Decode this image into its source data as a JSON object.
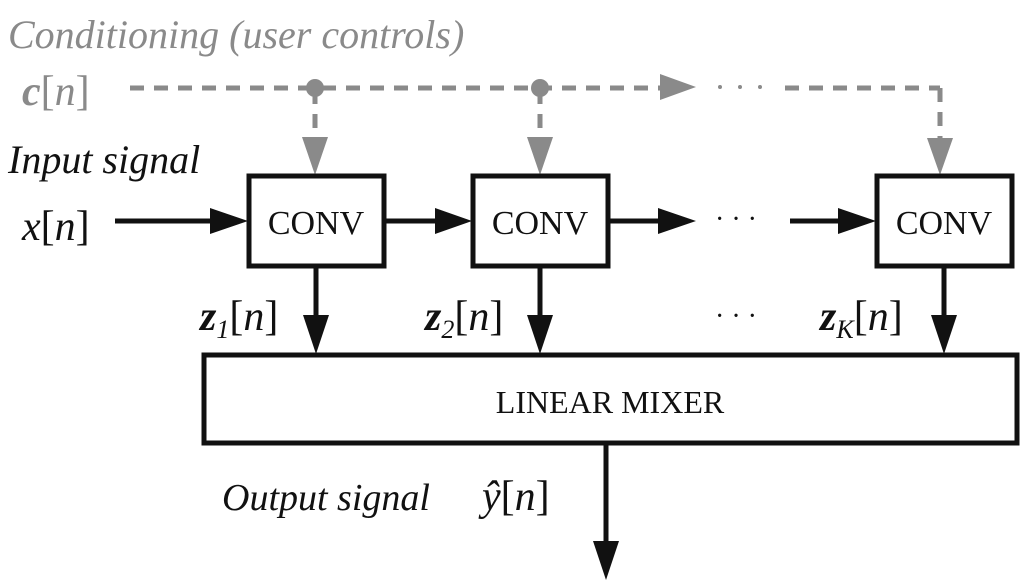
{
  "diagram": {
    "conditioning_title": "Conditioning (user controls)",
    "conditioning_signal": {
      "base": "c",
      "open": "[",
      "var": "n",
      "close": "]"
    },
    "input_title": "Input signal",
    "input_signal": {
      "base": "x",
      "open": "[",
      "var": "n",
      "close": "]"
    },
    "conv_blocks": [
      {
        "label": "CONV"
      },
      {
        "label": "CONV"
      },
      {
        "label": "CONV"
      }
    ],
    "outputs": [
      {
        "base": "z",
        "sub": "1",
        "open": "[",
        "var": "n",
        "close": "]"
      },
      {
        "base": "z",
        "sub": "2",
        "open": "[",
        "var": "n",
        "close": "]"
      },
      {
        "base": "z",
        "sub": "K",
        "open": "[",
        "var": "n",
        "close": "]"
      }
    ],
    "ellipsis": "· · ·",
    "mixer_label": "LINEAR MIXER",
    "output_title": "Output signal",
    "output_signal": {
      "base": "ŷ",
      "open": "[",
      "var": "n",
      "close": "]"
    },
    "colors": {
      "main": "#111111",
      "conditioning": "#8a8a8a"
    }
  }
}
